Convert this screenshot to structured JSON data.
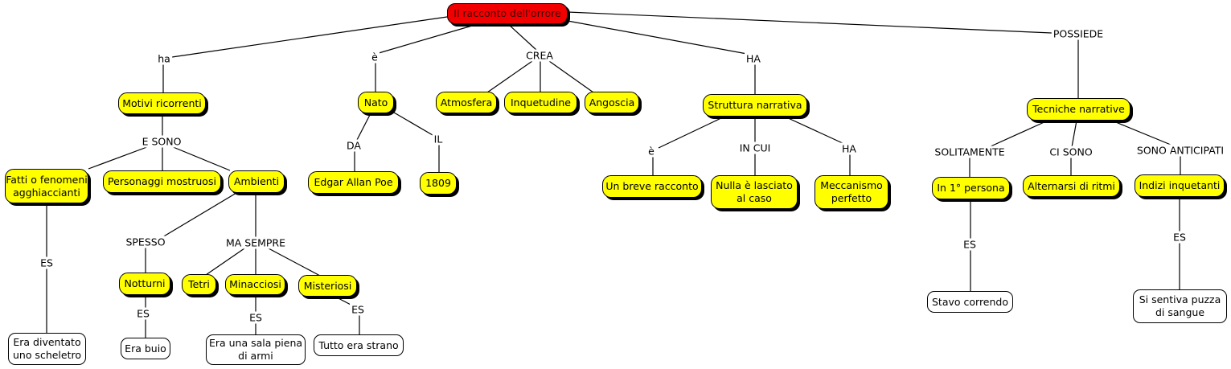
{
  "map_title": "Il racconto dell'orrore",
  "colors": {
    "concept_fill": "#ffff00",
    "root_fill": "#f20000",
    "root_text": "#3d0000",
    "example_fill": "#ffffff",
    "line": "#000000"
  },
  "nodes": {
    "root": {
      "label": "Il racconto dell'orrore"
    },
    "motivi": {
      "label": "Motivi ricorrenti"
    },
    "fatti": {
      "label": "Fatti o fenomeni\nagghiaccianti"
    },
    "personaggi": {
      "label": "Personaggi mostruosi"
    },
    "ambienti": {
      "label": "Ambienti"
    },
    "notturni": {
      "label": "Notturni"
    },
    "tetri": {
      "label": "Tetri"
    },
    "minacciosi": {
      "label": "Minacciosi"
    },
    "misteriosi": {
      "label": "Misteriosi"
    },
    "nato": {
      "label": "Nato"
    },
    "edgar": {
      "label": "Edgar Allan Poe"
    },
    "anno1809": {
      "label": "1809"
    },
    "atmosfera": {
      "label": "Atmosfera"
    },
    "inquetudine": {
      "label": "Inquetudine"
    },
    "angoscia": {
      "label": "Angoscia"
    },
    "struttura": {
      "label": "Struttura narrativa"
    },
    "breve": {
      "label": "Un breve racconto"
    },
    "nulla": {
      "label": "Nulla è lasciato\nal caso"
    },
    "meccanismo": {
      "label": "Meccanismo\nperfetto"
    },
    "tecniche": {
      "label": "Tecniche narrative"
    },
    "persona": {
      "label": "In 1° persona"
    },
    "alternarsi": {
      "label": "Alternarsi di ritmi"
    },
    "indizi": {
      "label": "Indizi inquetanti"
    },
    "scheletro": {
      "label": "Era diventato\nuno scheletro"
    },
    "buio": {
      "label": "Era buio"
    },
    "sala": {
      "label": "Era una sala piena\ndi armi"
    },
    "strano": {
      "label": "Tutto era strano"
    },
    "stavo": {
      "label": "Stavo correndo"
    },
    "puzza": {
      "label": "Si sentiva puzza\ndi sangue"
    }
  },
  "links": {
    "ha": "ha",
    "e_root": "è",
    "crea": "CREA",
    "ha_root": "HA",
    "possiede": "POSSIEDE",
    "e_sono": "E SONO",
    "es_fatti": "ES",
    "spesso": "SPESSO",
    "ma_sempre": "MA SEMPRE",
    "es_notturni": "ES",
    "es_minacciosi": "ES",
    "es_misteriosi": "ES",
    "da": "DA",
    "il": "IL",
    "e_struttura": "è",
    "in_cui": "IN CUI",
    "ha_struttura": "HA",
    "solitamente": "SOLITAMENTE",
    "ci_sono": "CI SONO",
    "sono_anticipati": "SONO ANTICIPATI",
    "es_persona": "ES",
    "es_indizi": "ES"
  }
}
